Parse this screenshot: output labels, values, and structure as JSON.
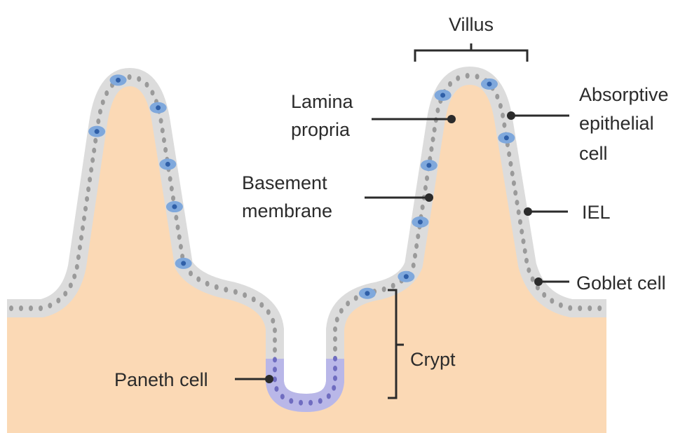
{
  "diagram": {
    "labels": {
      "villus": "Villus",
      "lamina_propria": [
        "Lamina",
        "propria"
      ],
      "absorptive": [
        "Absorptive",
        "epithelial",
        "cell"
      ],
      "basement_membrane": [
        "Basement",
        "membrane"
      ],
      "iel": "IEL",
      "goblet": "Goblet cell",
      "crypt": "Crypt",
      "paneth": "Paneth cell"
    },
    "colors": {
      "tissue": "#fbd9b5",
      "epithelium": "#dcdcdc",
      "epithelium_nucleus": "#9a9a9a",
      "goblet_cell": "#7fa8dc",
      "goblet_nucleus": "#2f5fa8",
      "paneth_cell": "#b9b7e8",
      "paneth_nucleus": "#6f6cc0",
      "label_text": "#2b2b2b"
    }
  }
}
